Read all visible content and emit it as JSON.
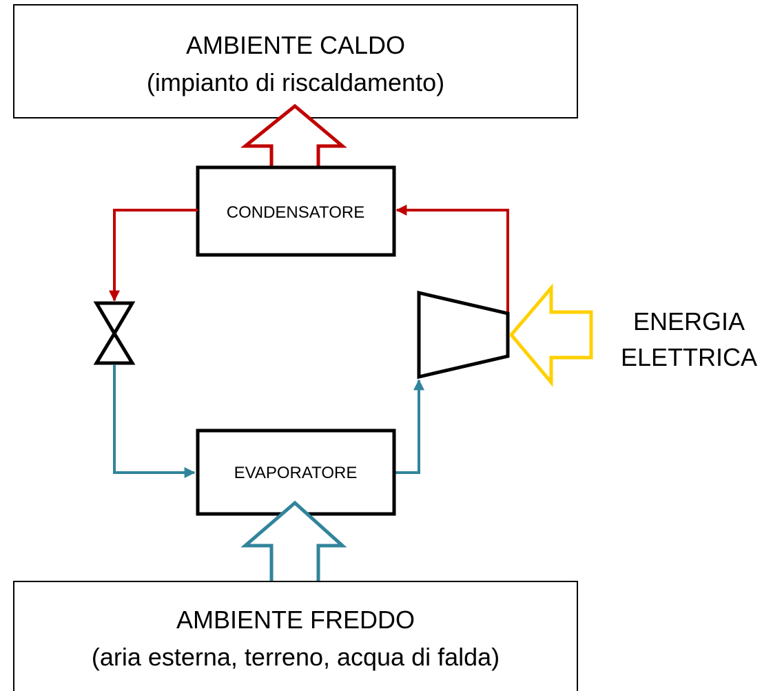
{
  "hot_environment": {
    "line1": "AMBIENTE CALDO",
    "line2": "(impianto di riscaldamento)"
  },
  "cold_environment": {
    "line1": "AMBIENTE FREDDO",
    "line2": "(aria esterna, terreno, acqua di falda)"
  },
  "condenser": {
    "label": "CONDENSATORE"
  },
  "evaporator": {
    "label": "EVAPORATORE"
  },
  "energy_input": {
    "line1": "ENERGIA",
    "line2": "ELETTRICA"
  },
  "colors": {
    "hot_line": "#c00000",
    "cold_line": "#31849b",
    "energy_arrow": "#ffd000",
    "outline": "#000000"
  }
}
